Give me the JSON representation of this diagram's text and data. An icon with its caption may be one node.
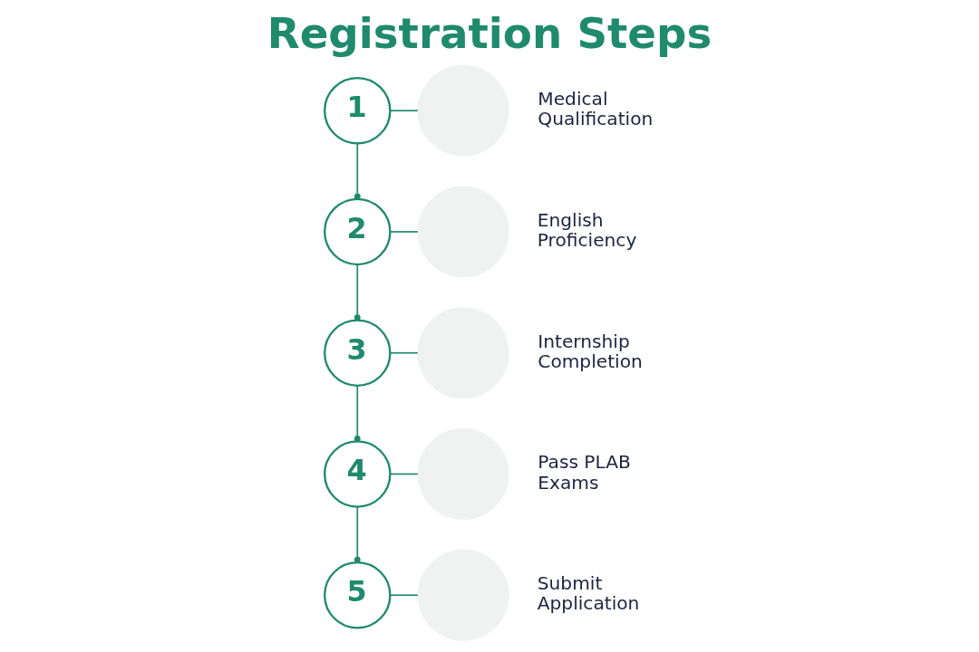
{
  "diagram": {
    "title": "Registration Steps",
    "nodes": [
      {
        "text": [
          "1"
        ]
      },
      {
        "text": [],
        "shape": "circle",
        "beside": [
          "Medical Qualification"
        ]
      },
      {
        "text": [
          "2"
        ]
      },
      {
        "text": [],
        "shape": "circle",
        "beside": [
          "English Proficiency"
        ]
      },
      {
        "text": [
          "3"
        ]
      },
      {
        "text": [],
        "shape": "circle",
        "beside": [
          "Internship Completion"
        ]
      },
      {
        "text": [
          "4"
        ]
      },
      {
        "text": [],
        "shape": "circle",
        "beside": [
          "Pass PLAB Exams"
        ]
      },
      {
        "text": [
          "5"
        ]
      },
      {
        "text": [],
        "shape": "circle",
        "beside": [
          "Submit Application"
        ]
      }
    ],
    "edges": [
      {
        "from": 0,
        "to": 1,
        "arrow": "none"
      },
      {
        "from": 0,
        "to": 2,
        "arrow": "other"
      },
      {
        "from": 2,
        "to": 3,
        "arrow": "none"
      },
      {
        "from": 2,
        "to": 4,
        "arrow": "other"
      },
      {
        "from": 4,
        "to": 5,
        "arrow": "none"
      },
      {
        "from": 4,
        "to": 6,
        "arrow": "other"
      },
      {
        "from": 6,
        "to": 7,
        "arrow": "none"
      },
      {
        "from": 6,
        "to": 8,
        "arrow": "other"
      },
      {
        "from": 8,
        "to": 9,
        "arrow": "none"
      }
    ]
  }
}
